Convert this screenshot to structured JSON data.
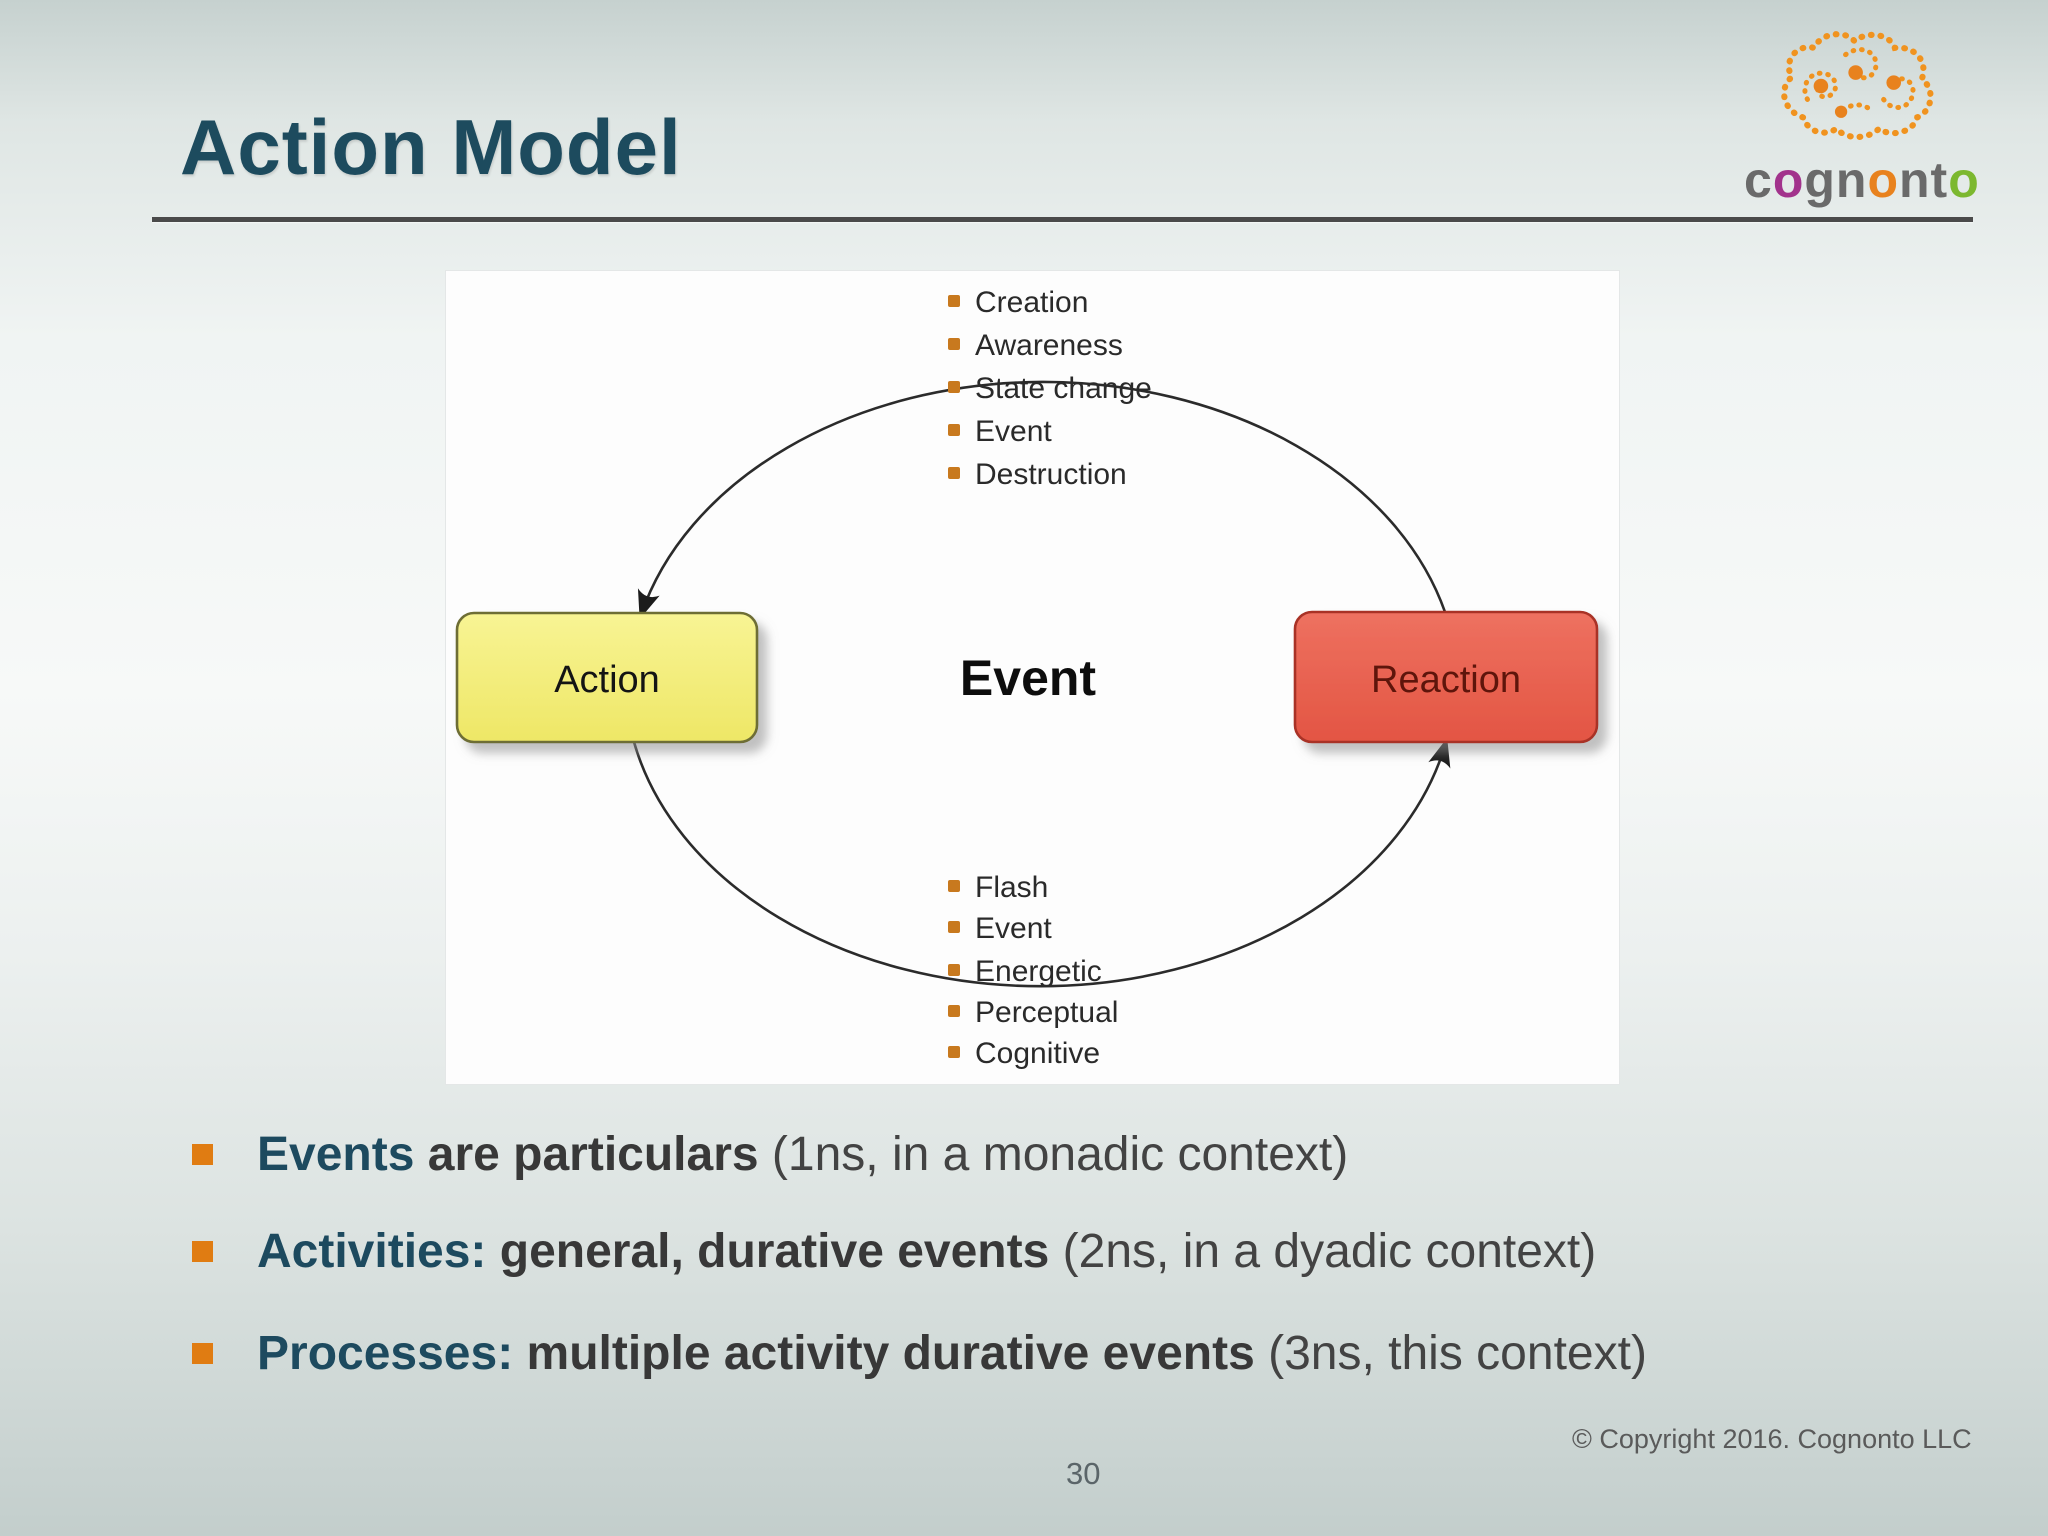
{
  "slide": {
    "title": "Action Model",
    "page_number": "30",
    "copyright": "© Copyright 2016. Cognonto LLC"
  },
  "logo": {
    "icon": "cognonto-brain-icon",
    "c": "c",
    "o1": "o",
    "gn": "gn",
    "o2": "o",
    "nt": "nt",
    "o3": "o"
  },
  "diagram": {
    "event_label": "Event",
    "action_label": "Action",
    "reaction_label": "Reaction",
    "top_list": [
      "Creation",
      "Awareness",
      "State change",
      "Event",
      "Destruction"
    ],
    "bottom_list": [
      "Flash",
      "Event",
      "Energetic",
      "Perceptual",
      "Cognitive"
    ]
  },
  "bullets": [
    {
      "lead": "Events",
      "bold_rest": " are particulars",
      "normal_rest": " (1ns, in a monadic context)"
    },
    {
      "lead": "Activities:",
      "bold_rest": " general, durative events",
      "normal_rest": " (2ns, in a dyadic context)"
    },
    {
      "lead": "Processes:",
      "bold_rest": " multiple activity durative events",
      "normal_rest": " (3ns, this context)"
    }
  ],
  "colors": {
    "title_teal": "#1d4b5e",
    "accent_orange": "#e07c12",
    "list_bullet_orange": "#c8791e",
    "action_fill": "#f3ee7c",
    "action_border": "#6e6e35",
    "reaction_fill": "#e8604c",
    "reaction_border": "#a93226",
    "brain_orange": "#f0931f",
    "o_purple": "#a2338c",
    "o_orange": "#e8821e",
    "o_green": "#7cb82f"
  }
}
